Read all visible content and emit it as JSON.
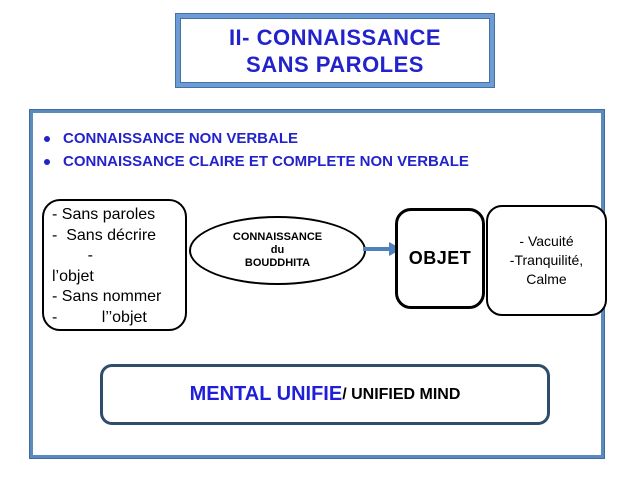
{
  "slide": {
    "title": {
      "line1": "II- CONNAISSANCE",
      "line2": "SANS PAROLES"
    },
    "bullets": [
      "CONNAISSANCE NON VERBALE",
      "CONNAISSANCE CLAIRE ET COMPLETE NON VERBALE"
    ],
    "notes_box": {
      "lines": [
        "- Sans paroles",
        "-  Sans décrire",
        "        -",
        "l’objet",
        "- Sans nommer",
        "-          l’’objet"
      ]
    },
    "ellipse": {
      "line1": "CONNAISSANCE",
      "line2": "du",
      "line3": "BOUDDHITA"
    },
    "objet_box": {
      "label": "OBJET"
    },
    "vacuite_box": {
      "lines": [
        "- Vacuité",
        "-Tranquilité,",
        "Calme"
      ]
    },
    "mental_box": {
      "label_fr": "MENTAL UNIFIE",
      "label_en": "/ UNIFIED MIND"
    },
    "colors": {
      "title_text": "#2323cc",
      "bullet_text": "#2323cc",
      "mental_fr_text": "#1f1fd9",
      "title_border": "#6c9bd5",
      "outer_border": "#5b8ac0",
      "mental_border": "#2e4d6b",
      "arrow": "#4f81bd",
      "shape_border": "#000000"
    }
  }
}
